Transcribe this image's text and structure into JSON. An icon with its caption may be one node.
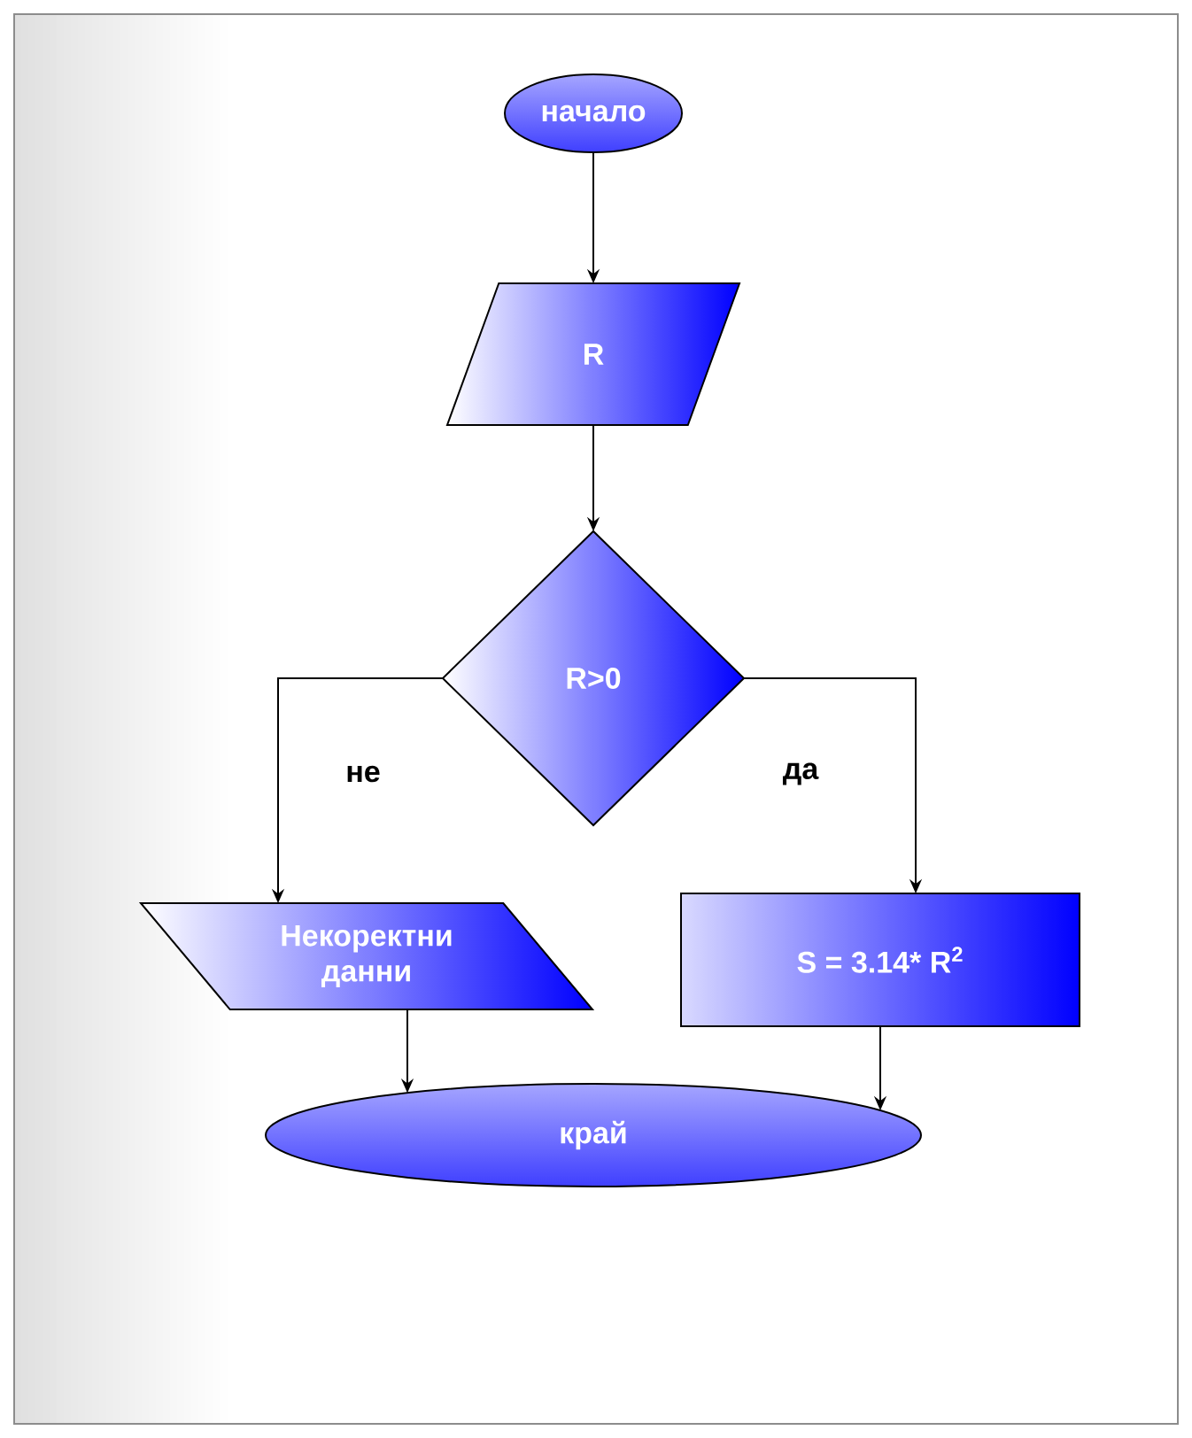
{
  "diagram": {
    "nodes": [
      {
        "text": [
          "начало"
        ]
      },
      {
        "text": [
          "R"
        ]
      },
      {
        "text": [
          "R>0"
        ]
      },
      {
        "text": [
          "Некоректни данни"
        ]
      },
      {
        "text": [
          "S = 3.14* R$^{2}$"
        ]
      },
      {
        "text": [
          "край"
        ]
      }
    ],
    "edges": [
      {
        "from": 0,
        "to": 1,
        "arrow": "to"
      },
      {
        "from": 1,
        "to": 2,
        "arrow": "to"
      },
      {
        "from": 2,
        "to": 3,
        "arrow": "to",
        "label": "не"
      },
      {
        "from": 2,
        "to": 4,
        "arrow": "to",
        "label": "да"
      },
      {
        "from": 3,
        "to": 5,
        "arrow": "to"
      },
      {
        "from": 4,
        "to": 5,
        "arrow": "to"
      }
    ]
  }
}
